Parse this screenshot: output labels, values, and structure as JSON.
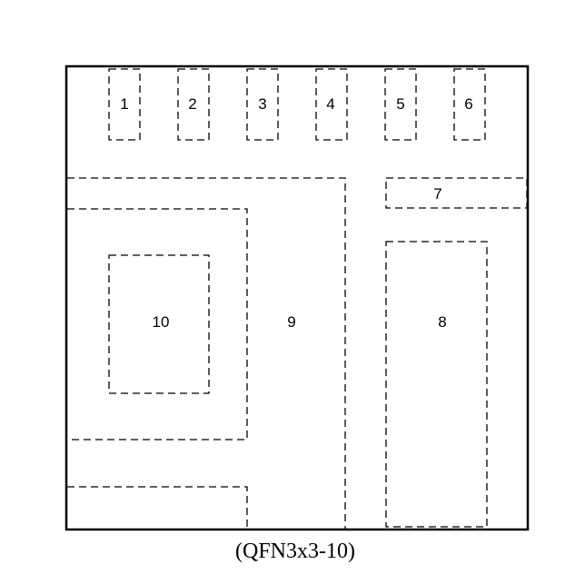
{
  "package": {
    "caption": "(QFN3x3-10)",
    "pins": [
      {
        "number": "1"
      },
      {
        "number": "2"
      },
      {
        "number": "3"
      },
      {
        "number": "4"
      },
      {
        "number": "5"
      },
      {
        "number": "6"
      },
      {
        "number": "7"
      },
      {
        "number": "8"
      },
      {
        "number": "9"
      },
      {
        "number": "10"
      }
    ]
  }
}
